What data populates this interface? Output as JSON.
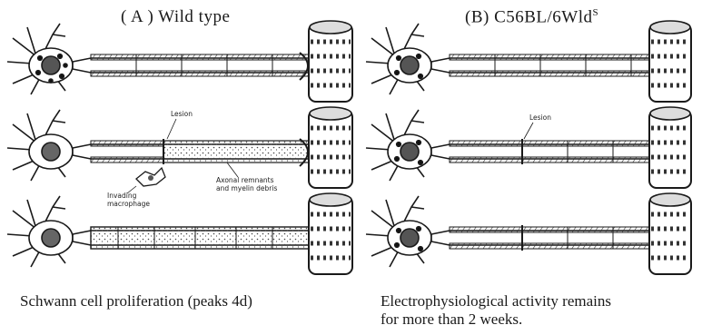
{
  "panel_a": {
    "title": "( A ) Wild type",
    "labels": {
      "lesion": "Lesion",
      "macrophage_line1": "Invading",
      "macrophage_line2": "macrophage",
      "remnants_line1": "Axonal remnants",
      "remnants_line2": "and myelin debris"
    },
    "caption": "Schwann cell proliferation (peaks 4d)"
  },
  "panel_b": {
    "title_main": "(B) C56BL/6Wld",
    "title_sup": "S",
    "labels": {
      "lesion": "Lesion"
    },
    "caption_line1": "Electrophysiological activity remains",
    "caption_line2": "for more than 2 weeks."
  }
}
